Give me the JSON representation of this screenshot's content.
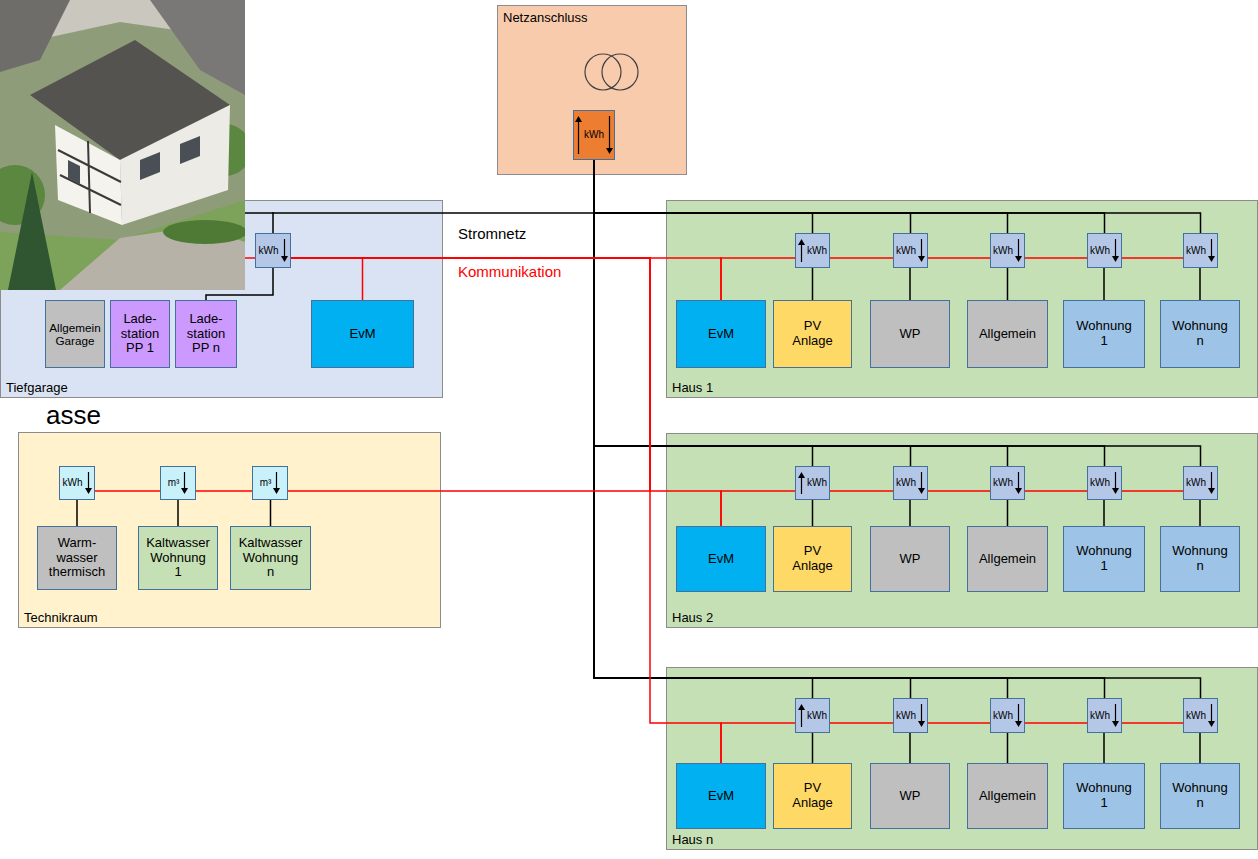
{
  "diagram": {
    "nodes": [
      {
        "text": [
          "Netzanschluss"
        ]
      },
      {
        "text": [
          "kWh"
        ],
        "in": 0
      },
      {
        "text": [
          "Tiefgarage"
        ]
      },
      {
        "text": [
          "kWh"
        ],
        "in": 2
      },
      {
        "text": [
          "Allgemein Garage"
        ],
        "in": 2
      },
      {
        "text": [
          "Lade- station PP 1"
        ],
        "in": 2
      },
      {
        "text": [
          "Lade- station PP n"
        ],
        "in": 2
      },
      {
        "text": [
          "EvM"
        ],
        "in": 2
      },
      {
        "text": [
          "Technikraum"
        ]
      },
      {
        "text": [
          "kWh"
        ],
        "in": 8
      },
      {
        "text": [
          "m³"
        ],
        "in": 8
      },
      {
        "text": [
          "m³"
        ],
        "in": 8
      },
      {
        "text": [
          "Warm- wasser thermisch"
        ],
        "in": 8
      },
      {
        "text": [
          "Kaltwasser Wohnung 1"
        ],
        "in": 8
      },
      {
        "text": [
          "Kaltwasser Wohnung n"
        ],
        "in": 8
      },
      {
        "text": [
          "Haus 1"
        ]
      },
      {
        "text": [
          "kWh"
        ],
        "in": 15
      },
      {
        "text": [
          "kWh"
        ],
        "in": 15
      },
      {
        "text": [
          "kWh"
        ],
        "in": 15
      },
      {
        "text": [
          "kWh"
        ],
        "in": 15
      },
      {
        "text": [
          "kWh"
        ],
        "in": 15
      },
      {
        "text": [
          "EvM"
        ],
        "in": 15
      },
      {
        "text": [
          "PV Anlage"
        ],
        "in": 15
      },
      {
        "text": [
          "WP"
        ],
        "in": 15
      },
      {
        "text": [
          "Allgemein"
        ],
        "in": 15
      },
      {
        "text": [
          "Wohnung 1"
        ],
        "in": 15
      },
      {
        "text": [
          "Wohnung n"
        ],
        "in": 15
      },
      {
        "text": [
          "Haus 2"
        ]
      },
      {
        "text": [
          "kWh"
        ],
        "in": 27
      },
      {
        "text": [
          "kWh"
        ],
        "in": 27
      },
      {
        "text": [
          "kWh"
        ],
        "in": 27
      },
      {
        "text": [
          "kWh"
        ],
        "in": 27
      },
      {
        "text": [
          "kWh"
        ],
        "in": 27
      },
      {
        "text": [
          "EvM"
        ],
        "in": 27
      },
      {
        "text": [
          "PV Anlage"
        ],
        "in": 27
      },
      {
        "text": [
          "WP"
        ],
        "in": 27
      },
      {
        "text": [
          "Allgemein"
        ],
        "in": 27
      },
      {
        "text": [
          "Wohnung 1"
        ],
        "in": 27
      },
      {
        "text": [
          "Wohnung n"
        ],
        "in": 27
      },
      {
        "text": [
          "Haus n"
        ]
      },
      {
        "text": [
          "kWh"
        ],
        "in": 39
      },
      {
        "text": [
          "kWh"
        ],
        "in": 39
      },
      {
        "text": [
          "kWh"
        ],
        "in": 39
      },
      {
        "text": [
          "kWh"
        ],
        "in": 39
      },
      {
        "text": [
          "kWh"
        ],
        "in": 39
      },
      {
        "text": [
          "EvM"
        ],
        "in": 39
      },
      {
        "text": [
          "PV Anlage"
        ],
        "in": 39
      },
      {
        "text": [
          "WP"
        ],
        "in": 39
      },
      {
        "text": [
          "Allgemein"
        ],
        "in": 39
      },
      {
        "text": [
          "Wohnung 1"
        ],
        "in": 39
      },
      {
        "text": [
          "Wohnung n"
        ],
        "in": 39
      }
    ],
    "edges": [
      {
        "from": 1,
        "to": 3,
        "arrow": "none"
      },
      {
        "from": 1,
        "to": 16,
        "arrow": "none"
      },
      {
        "from": 1,
        "to": 17,
        "arrow": "none"
      },
      {
        "from": 1,
        "to": 18,
        "arrow": "none"
      },
      {
        "from": 1,
        "to": 19,
        "arrow": "none"
      },
      {
        "from": 1,
        "to": 20,
        "arrow": "none"
      },
      {
        "from": 1,
        "to": 28,
        "arrow": "none"
      },
      {
        "from": 1,
        "to": 29,
        "arrow": "none"
      },
      {
        "from": 1,
        "to": 30,
        "arrow": "none"
      },
      {
        "from": 1,
        "to": 31,
        "arrow": "none"
      },
      {
        "from": 1,
        "to": 32,
        "arrow": "none"
      },
      {
        "from": 1,
        "to": 40,
        "arrow": "none"
      },
      {
        "from": 1,
        "to": 41,
        "arrow": "none"
      },
      {
        "from": 1,
        "to": 42,
        "arrow": "none"
      },
      {
        "from": 1,
        "to": 43,
        "arrow": "none"
      },
      {
        "from": 1,
        "to": 44,
        "arrow": "none"
      },
      {
        "from": 3,
        "to": 6,
        "arrow": "none"
      },
      {
        "from": 9,
        "to": 12,
        "arrow": "none"
      },
      {
        "from": 10,
        "to": 13,
        "arrow": "none"
      },
      {
        "from": 11,
        "to": 14,
        "arrow": "none"
      },
      {
        "from": 16,
        "to": 22,
        "arrow": "none"
      },
      {
        "from": 17,
        "to": 23,
        "arrow": "none"
      },
      {
        "from": 18,
        "to": 24,
        "arrow": "none"
      },
      {
        "from": 19,
        "to": 25,
        "arrow": "none"
      },
      {
        "from": 20,
        "to": 26,
        "arrow": "none"
      },
      {
        "from": 28,
        "to": 34,
        "arrow": "none"
      },
      {
        "from": 29,
        "to": 35,
        "arrow": "none"
      },
      {
        "from": 30,
        "to": 36,
        "arrow": "none"
      },
      {
        "from": 31,
        "to": 37,
        "arrow": "none"
      },
      {
        "from": 32,
        "to": 38,
        "arrow": "none"
      },
      {
        "from": 40,
        "to": 46,
        "arrow": "none"
      },
      {
        "from": 41,
        "to": 47,
        "arrow": "none"
      },
      {
        "from": 42,
        "to": 48,
        "arrow": "none"
      },
      {
        "from": 43,
        "to": 49,
        "arrow": "none"
      },
      {
        "from": 44,
        "to": 50,
        "arrow": "none"
      },
      {
        "from": 3,
        "to": 7,
        "arrow": "none"
      },
      {
        "from": 3,
        "to": 21,
        "arrow": "none"
      },
      {
        "from": 21,
        "to": 16,
        "arrow": "none"
      },
      {
        "from": 16,
        "to": 17,
        "arrow": "none"
      },
      {
        "from": 17,
        "to": 18,
        "arrow": "none"
      },
      {
        "from": 18,
        "to": 19,
        "arrow": "none"
      },
      {
        "from": 19,
        "to": 20,
        "arrow": "none"
      },
      {
        "from": 3,
        "to": 33,
        "arrow": "none"
      },
      {
        "from": 3,
        "to": 11,
        "arrow": "none"
      },
      {
        "from": 9,
        "to": 10,
        "arrow": "none"
      },
      {
        "from": 10,
        "to": 11,
        "arrow": "none"
      },
      {
        "from": 33,
        "to": 28,
        "arrow": "none"
      },
      {
        "from": 28,
        "to": 29,
        "arrow": "none"
      },
      {
        "from": 29,
        "to": 30,
        "arrow": "none"
      },
      {
        "from": 30,
        "to": 31,
        "arrow": "none"
      },
      {
        "from": 31,
        "to": 32,
        "arrow": "none"
      },
      {
        "from": 3,
        "to": 45,
        "arrow": "none"
      },
      {
        "from": 45,
        "to": 40,
        "arrow": "none"
      },
      {
        "from": 40,
        "to": 41,
        "arrow": "none"
      },
      {
        "from": 41,
        "to": 42,
        "arrow": "none"
      },
      {
        "from": 42,
        "to": 43,
        "arrow": "none"
      },
      {
        "from": 43,
        "to": 44,
        "arrow": "none"
      }
    ],
    "labels": [
      "Stromnetz",
      "Kommunikation",
      "asse"
    ]
  }
}
